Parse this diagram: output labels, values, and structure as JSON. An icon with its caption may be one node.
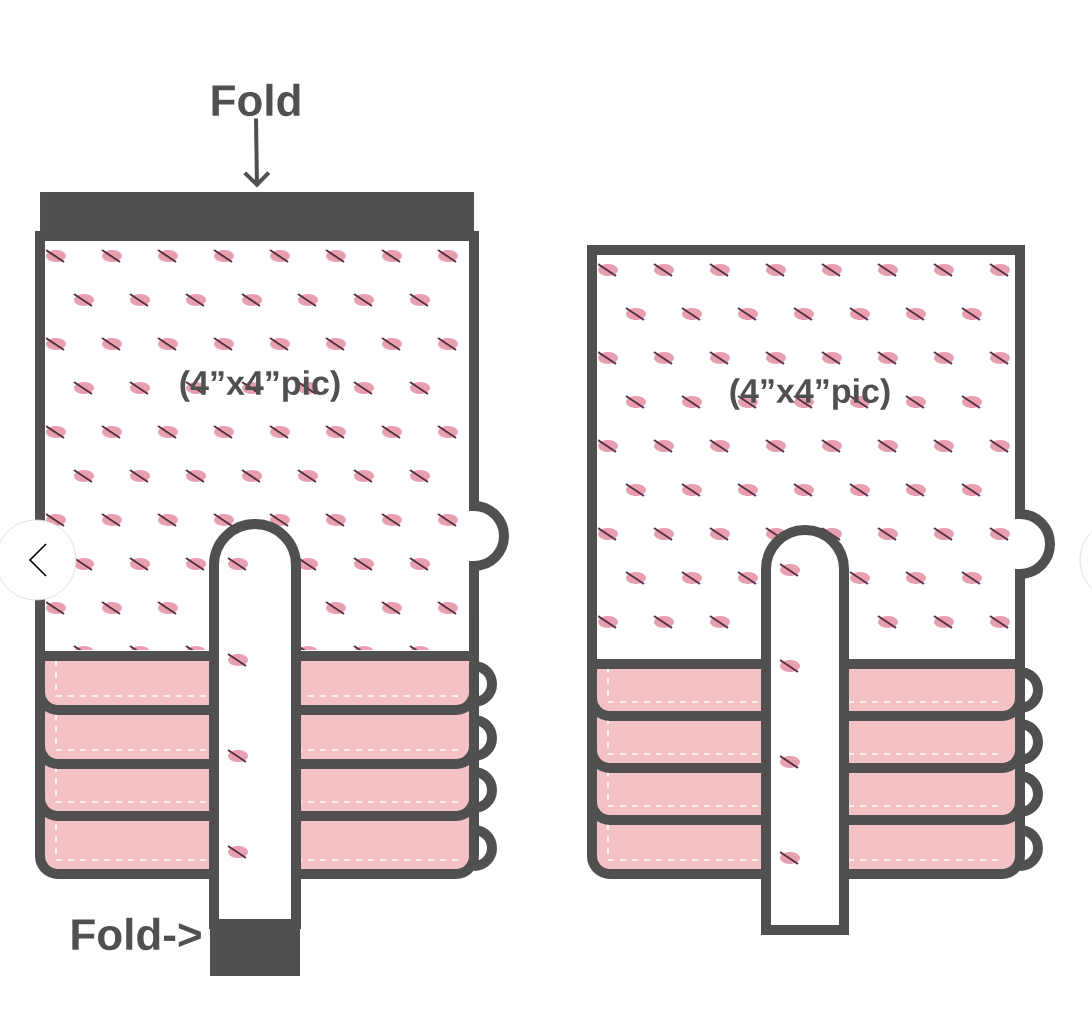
{
  "diagram": {
    "nodes": [
      {
        "text": [
          "Fold"
        ]
      },
      {
        "text": [],
        "shape": "bar"
      }
    ],
    "edges": [
      {
        "from": 0,
        "to": 1,
        "arrow": "to"
      }
    ],
    "labels": [
      "(4”x4”pic)",
      "(4”x4”pic)",
      "Fold->"
    ]
  }
}
